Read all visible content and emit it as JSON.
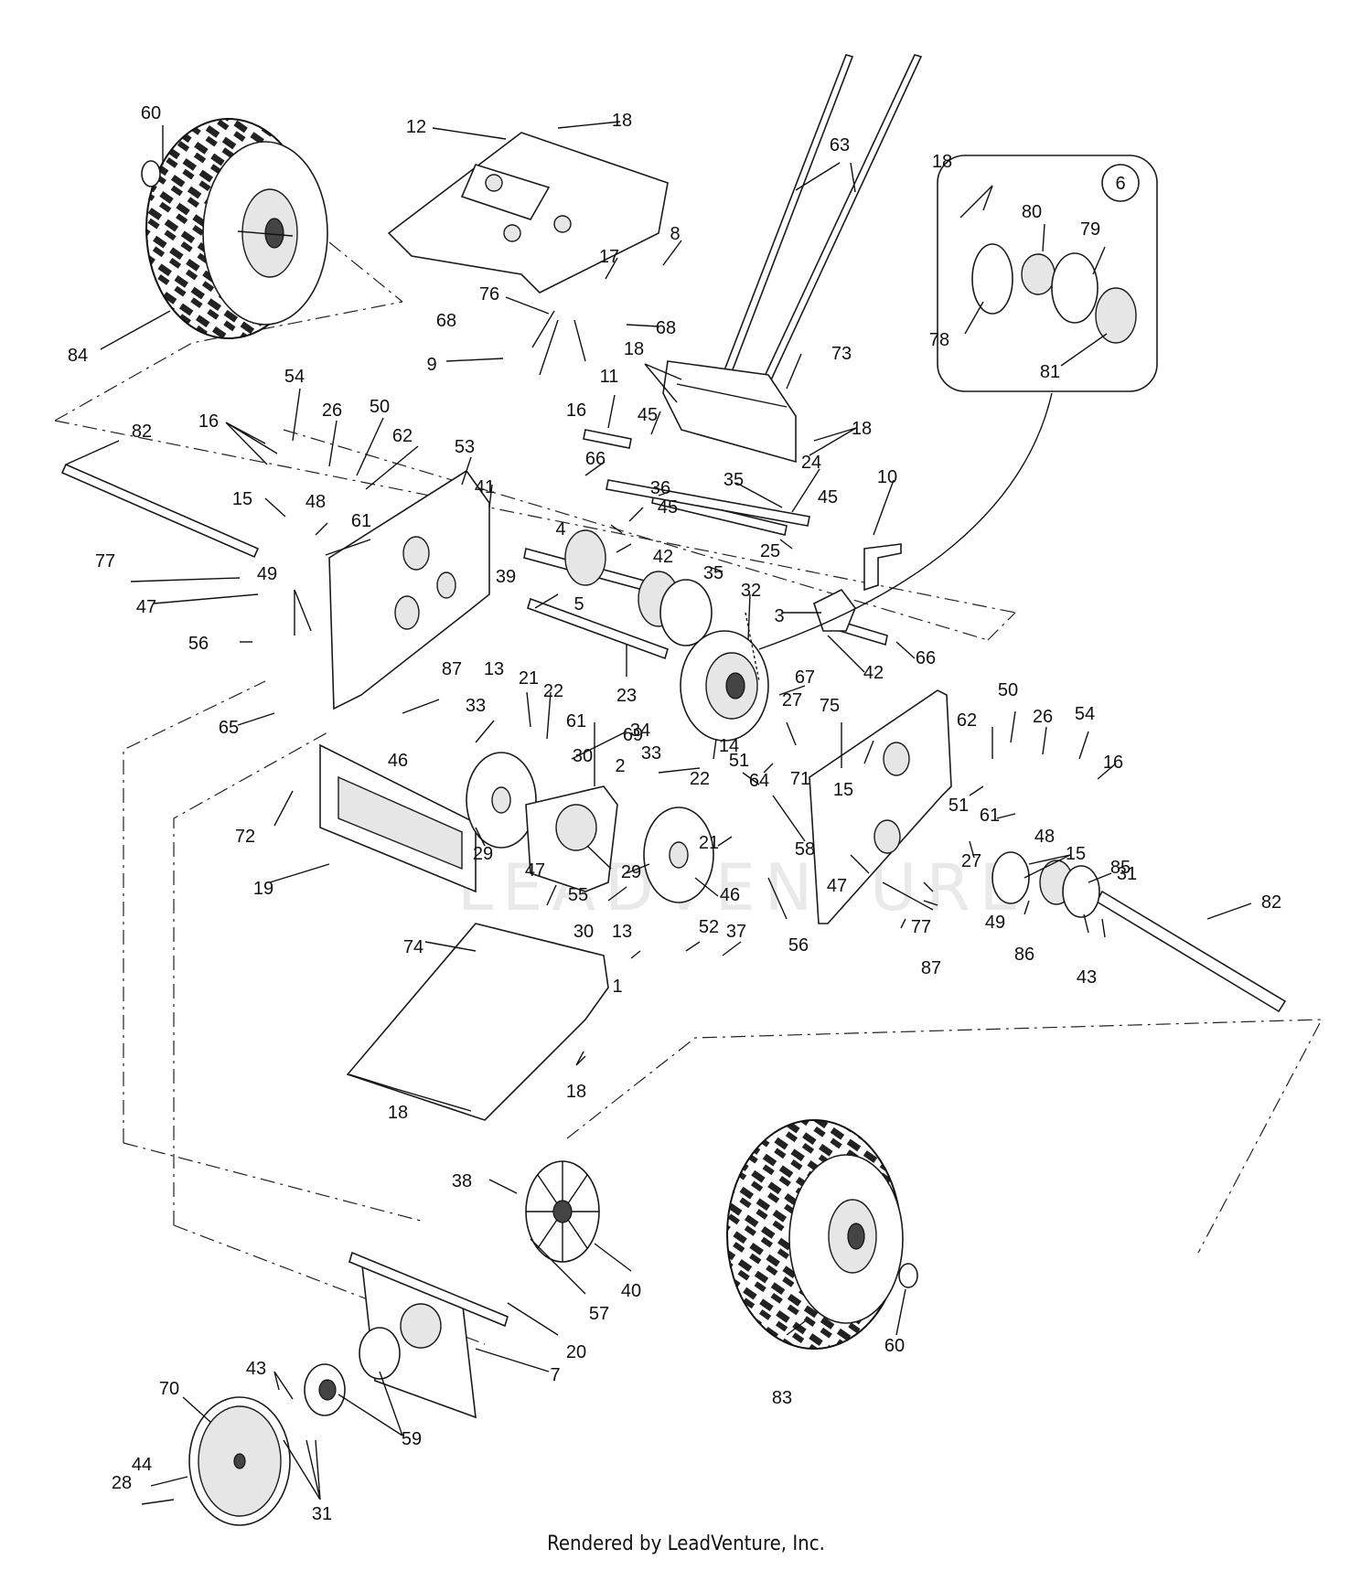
{
  "footer_text": "Rendered by LeadVenture, Inc.",
  "watermark_text": "LEADVENTURE",
  "inset_label": "6",
  "callouts": [
    {
      "id": "c60a",
      "text": "60"
    },
    {
      "id": "c84",
      "text": "84"
    },
    {
      "id": "c12",
      "text": "12"
    },
    {
      "id": "c18a",
      "text": "18"
    },
    {
      "id": "c63",
      "text": "63"
    },
    {
      "id": "c8",
      "text": "8"
    },
    {
      "id": "c17",
      "text": "17"
    },
    {
      "id": "c76",
      "text": "76"
    },
    {
      "id": "c68a",
      "text": "68"
    },
    {
      "id": "c68b",
      "text": "68"
    },
    {
      "id": "c9",
      "text": "9"
    },
    {
      "id": "c16a",
      "text": "16"
    },
    {
      "id": "c18b",
      "text": "18"
    },
    {
      "id": "c73",
      "text": "73"
    },
    {
      "id": "c54a",
      "text": "54"
    },
    {
      "id": "c26a",
      "text": "26"
    },
    {
      "id": "c50a",
      "text": "50"
    },
    {
      "id": "c62a",
      "text": "62"
    },
    {
      "id": "c16b",
      "text": "16"
    },
    {
      "id": "c82a",
      "text": "82"
    },
    {
      "id": "c53",
      "text": "53"
    },
    {
      "id": "c11",
      "text": "11"
    },
    {
      "id": "c45a",
      "text": "45"
    },
    {
      "id": "c18c",
      "text": "18"
    },
    {
      "id": "c66a",
      "text": "66"
    },
    {
      "id": "c36",
      "text": "36"
    },
    {
      "id": "c35a",
      "text": "35"
    },
    {
      "id": "c24",
      "text": "24"
    },
    {
      "id": "c10",
      "text": "10"
    },
    {
      "id": "c15a",
      "text": "15"
    },
    {
      "id": "c48a",
      "text": "48"
    },
    {
      "id": "c41",
      "text": "41"
    },
    {
      "id": "c45b",
      "text": "45"
    },
    {
      "id": "c45c",
      "text": "45"
    },
    {
      "id": "c61a",
      "text": "61"
    },
    {
      "id": "c4",
      "text": "4"
    },
    {
      "id": "c42a",
      "text": "42"
    },
    {
      "id": "c25",
      "text": "25"
    },
    {
      "id": "c77a",
      "text": "77"
    },
    {
      "id": "c49a",
      "text": "49"
    },
    {
      "id": "c35b",
      "text": "35"
    },
    {
      "id": "c39",
      "text": "39"
    },
    {
      "id": "c5",
      "text": "5"
    },
    {
      "id": "c32",
      "text": "32"
    },
    {
      "id": "c3",
      "text": "3"
    },
    {
      "id": "c47a",
      "text": "47"
    },
    {
      "id": "c56a",
      "text": "56"
    },
    {
      "id": "c42b",
      "text": "42"
    },
    {
      "id": "c66b",
      "text": "66"
    },
    {
      "id": "c23",
      "text": "23"
    },
    {
      "id": "c87a",
      "text": "87"
    },
    {
      "id": "c13a",
      "text": "13"
    },
    {
      "id": "c21a",
      "text": "21"
    },
    {
      "id": "c22a",
      "text": "22"
    },
    {
      "id": "c67",
      "text": "67"
    },
    {
      "id": "c27a",
      "text": "27"
    },
    {
      "id": "c75",
      "text": "75"
    },
    {
      "id": "c50b",
      "text": "50"
    },
    {
      "id": "c26b",
      "text": "26"
    },
    {
      "id": "c54b",
      "text": "54"
    },
    {
      "id": "c62b",
      "text": "62"
    },
    {
      "id": "c16c",
      "text": "16"
    },
    {
      "id": "c65",
      "text": "65"
    },
    {
      "id": "c33a",
      "text": "33"
    },
    {
      "id": "c61b",
      "text": "61"
    },
    {
      "id": "c69",
      "text": "69"
    },
    {
      "id": "c34",
      "text": "34"
    },
    {
      "id": "c14",
      "text": "14"
    },
    {
      "id": "c51a",
      "text": "51"
    },
    {
      "id": "c46a",
      "text": "46"
    },
    {
      "id": "c30a",
      "text": "30"
    },
    {
      "id": "c2",
      "text": "2"
    },
    {
      "id": "c33b",
      "text": "33"
    },
    {
      "id": "c22b",
      "text": "22"
    },
    {
      "id": "c71",
      "text": "71"
    },
    {
      "id": "c64",
      "text": "64"
    },
    {
      "id": "c15b",
      "text": "15"
    },
    {
      "id": "c51b",
      "text": "51"
    },
    {
      "id": "c61c",
      "text": "61"
    },
    {
      "id": "c48b",
      "text": "48"
    },
    {
      "id": "c72",
      "text": "72"
    },
    {
      "id": "c29a",
      "text": "29"
    },
    {
      "id": "c21b",
      "text": "21"
    },
    {
      "id": "c58",
      "text": "58"
    },
    {
      "id": "c27b",
      "text": "27"
    },
    {
      "id": "c15c",
      "text": "15"
    },
    {
      "id": "c85",
      "text": "85"
    },
    {
      "id": "c19",
      "text": "19"
    },
    {
      "id": "c47b",
      "text": "47"
    },
    {
      "id": "c55",
      "text": "55"
    },
    {
      "id": "c29b",
      "text": "29"
    },
    {
      "id": "c46b",
      "text": "46"
    },
    {
      "id": "c47c",
      "text": "47"
    },
    {
      "id": "c31a",
      "text": "31"
    },
    {
      "id": "c82b",
      "text": "82"
    },
    {
      "id": "c30b",
      "text": "30"
    },
    {
      "id": "c13b",
      "text": "13"
    },
    {
      "id": "c77b",
      "text": "77"
    },
    {
      "id": "c49b",
      "text": "49"
    },
    {
      "id": "c86",
      "text": "86"
    },
    {
      "id": "c74",
      "text": "74"
    },
    {
      "id": "c52",
      "text": "52"
    },
    {
      "id": "c37",
      "text": "37"
    },
    {
      "id": "c56b",
      "text": "56"
    },
    {
      "id": "c87b",
      "text": "87"
    },
    {
      "id": "c43a",
      "text": "43"
    },
    {
      "id": "c1",
      "text": "1"
    },
    {
      "id": "c18d",
      "text": "18"
    },
    {
      "id": "c18e",
      "text": "18"
    },
    {
      "id": "c38",
      "text": "38"
    },
    {
      "id": "c40",
      "text": "40"
    },
    {
      "id": "c57",
      "text": "57"
    },
    {
      "id": "c20",
      "text": "20"
    },
    {
      "id": "c83",
      "text": "83"
    },
    {
      "id": "c60b",
      "text": "60"
    },
    {
      "id": "c7",
      "text": "7"
    },
    {
      "id": "c43b",
      "text": "43"
    },
    {
      "id": "c70",
      "text": "70"
    },
    {
      "id": "c59",
      "text": "59"
    },
    {
      "id": "c44",
      "text": "44"
    },
    {
      "id": "c28",
      "text": "28"
    },
    {
      "id": "c31b",
      "text": "31"
    },
    {
      "id": "c18f",
      "text": "18"
    },
    {
      "id": "c80",
      "text": "80"
    },
    {
      "id": "c79",
      "text": "79"
    },
    {
      "id": "c78",
      "text": "78"
    },
    {
      "id": "c81",
      "text": "81"
    }
  ]
}
